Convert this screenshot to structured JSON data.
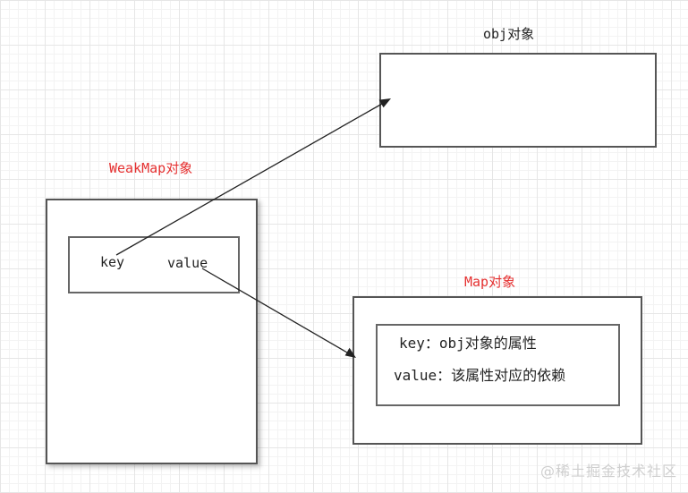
{
  "diagram": {
    "obj": {
      "title": "obj对象"
    },
    "weakmap": {
      "title": "WeakMap对象",
      "entry": {
        "key_label": "key",
        "value_label": "value"
      }
    },
    "map": {
      "title": "Map对象",
      "entry": {
        "key_text": "key：obj对象的属性",
        "value_text": "value：该属性对应的依赖"
      }
    }
  },
  "watermark": "@稀土掘金技术社区",
  "colors": {
    "title_red": "#e53030",
    "text": "#222222",
    "border": "#555555",
    "arrow": "#222222"
  }
}
